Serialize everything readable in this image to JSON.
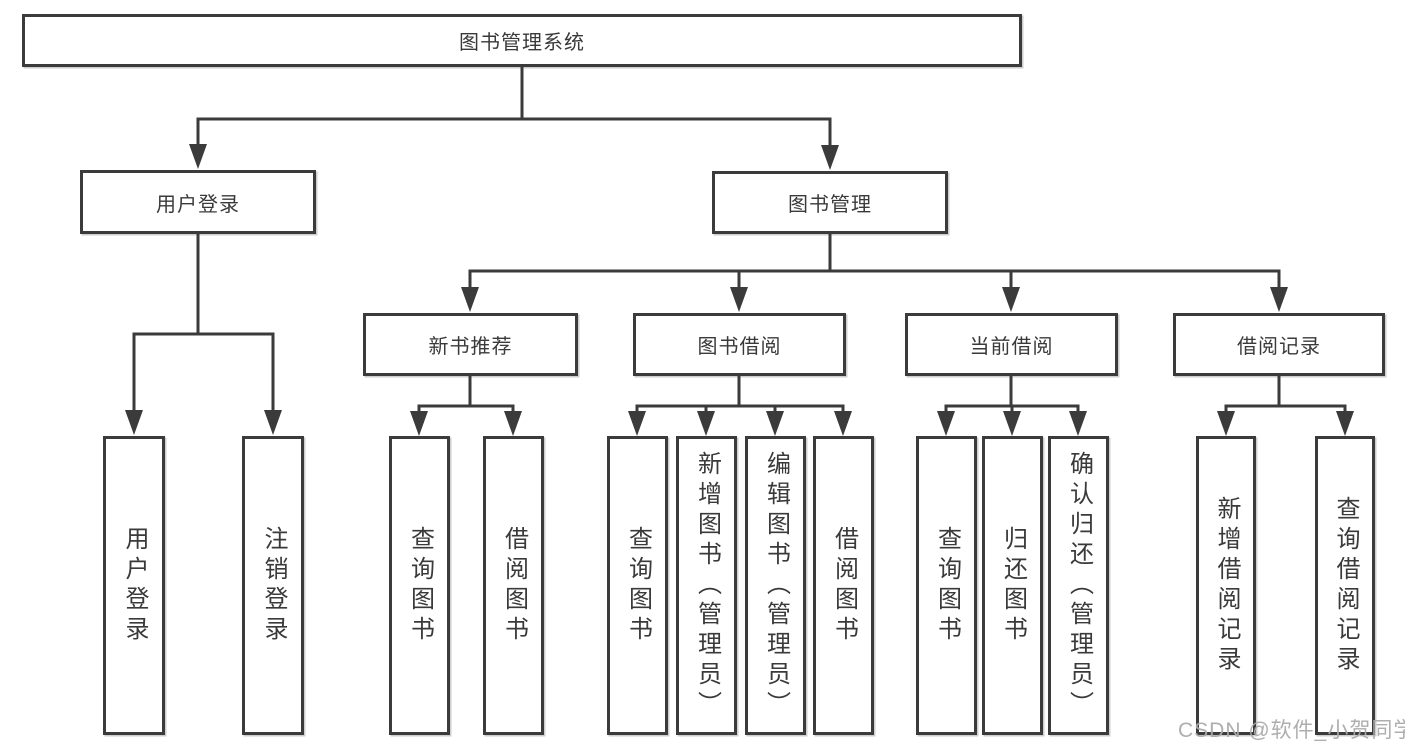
{
  "diagram_type": "hierarchy-tree",
  "tree": {
    "label": "图书管理系统",
    "children": [
      {
        "label": "用户登录",
        "children": [
          {
            "label": "用户登录"
          },
          {
            "label": "注销登录"
          }
        ]
      },
      {
        "label": "图书管理",
        "children": [
          {
            "label": "新书推荐",
            "children": [
              {
                "label": "查询图书"
              },
              {
                "label": "借阅图书"
              }
            ]
          },
          {
            "label": "图书借阅",
            "children": [
              {
                "label": "查询图书"
              },
              {
                "label": "新增图书（管理员）"
              },
              {
                "label": "编辑图书（管理员）"
              },
              {
                "label": "借阅图书"
              }
            ]
          },
          {
            "label": "当前借阅",
            "children": [
              {
                "label": "查询图书"
              },
              {
                "label": "归还图书"
              },
              {
                "label": "确认归还（管理员）"
              }
            ]
          },
          {
            "label": "借阅记录",
            "children": [
              {
                "label": "新增借阅记录"
              },
              {
                "label": "查询借阅记录"
              }
            ]
          }
        ]
      }
    ]
  },
  "watermark": {
    "text": "CSDN @软件_小贺同学"
  },
  "colors": {
    "box_border": "#3b3b3b",
    "connector": "#3b3b3b",
    "text": "#3a3a3a",
    "watermark": "#aaaaaa",
    "background": "#ffffff"
  }
}
